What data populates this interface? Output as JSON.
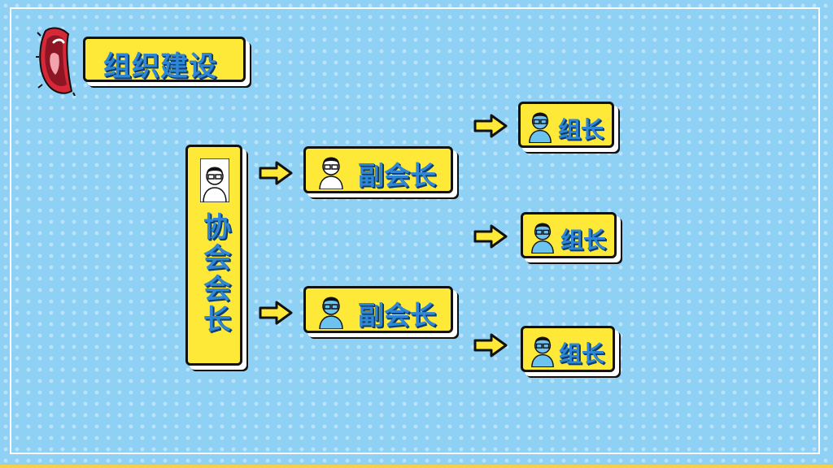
{
  "slide": {
    "title": "组织建设",
    "colors": {
      "background": "#8fd0f5",
      "card": "#ffe938",
      "text": "#2f86d6",
      "outline": "#111111"
    }
  },
  "org": {
    "president": {
      "title": "协会会长",
      "avatar": "man-with-glasses-avatar-white"
    },
    "vice_presidents": [
      {
        "title": "副会长",
        "avatar": "man-with-glasses-avatar-white"
      },
      {
        "title": "副会长",
        "avatar": "man-with-glasses-avatar-blue"
      }
    ],
    "group_leaders": [
      {
        "title": "组长",
        "avatar": "man-with-glasses-avatar-blue"
      },
      {
        "title": "组长",
        "avatar": "man-with-glasses-avatar-blue"
      },
      {
        "title": "组长",
        "avatar": "man-with-glasses-avatar-blue"
      }
    ]
  },
  "icons": {
    "decoration": "lips-icon",
    "connector": "arrow-right-icon"
  }
}
